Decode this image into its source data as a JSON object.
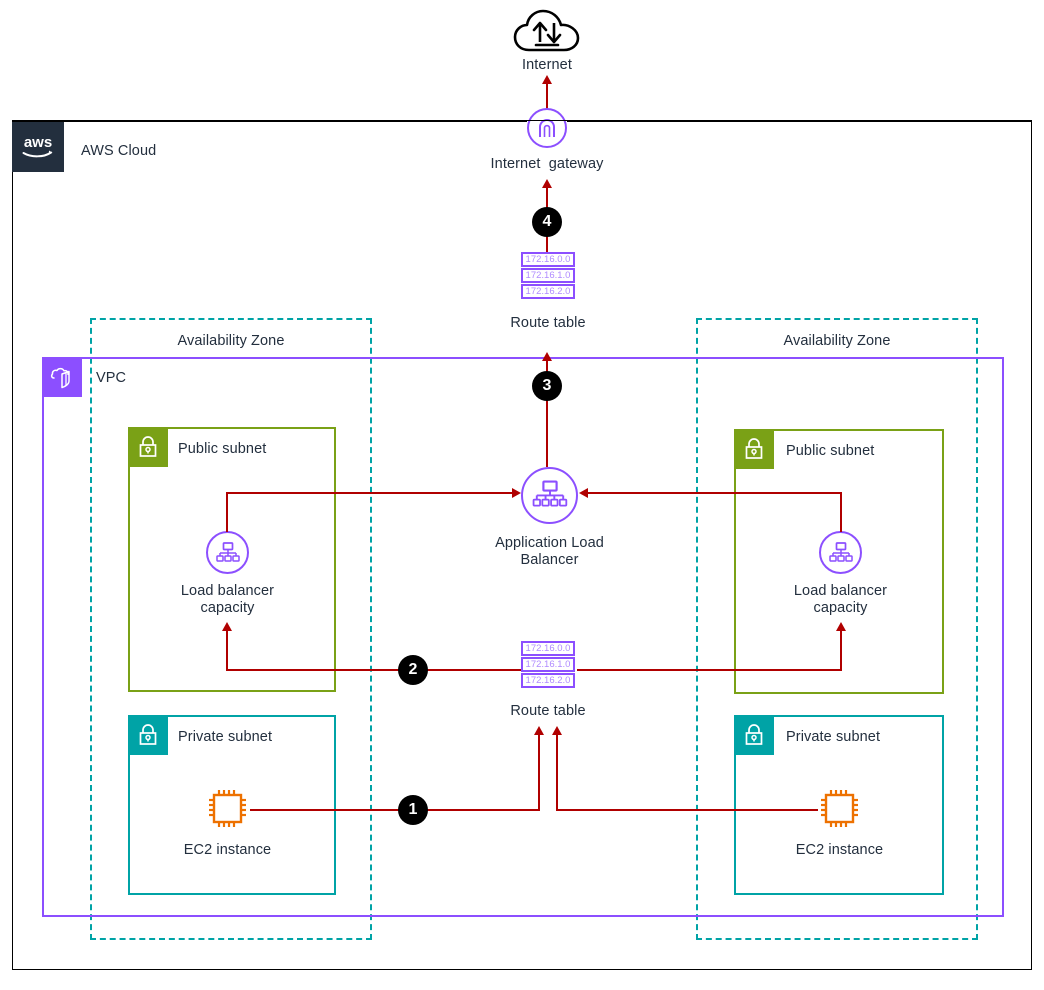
{
  "diagram": {
    "title": "AWS Cloud",
    "internet": {
      "label": "Internet",
      "icon": "internet-cloud-icon"
    },
    "internet_gateway": {
      "label": "Internet  gateway",
      "icon": "internet-gateway-icon"
    },
    "cloud_label": "AWS Cloud",
    "vpc": {
      "label": "VPC",
      "icon": "vpc-icon",
      "color": "#8c4fff"
    },
    "availability_zones": [
      {
        "label": "Availability Zone"
      },
      {
        "label": "Availability Zone"
      }
    ],
    "subnets": {
      "public_left": {
        "label": "Public subnet",
        "color": "#7aa116",
        "icon": "lock-icon"
      },
      "public_right": {
        "label": "Public subnet",
        "color": "#7aa116",
        "icon": "lock-icon"
      },
      "private_left": {
        "label": "Private subnet",
        "color": "#00a3a6",
        "icon": "lock-icon"
      },
      "private_right": {
        "label": "Private subnet",
        "color": "#00a3a6",
        "icon": "lock-icon"
      }
    },
    "resources": {
      "lb_capacity_left": {
        "label": "Load balancer\ncapacity",
        "icon": "load-balancer-icon"
      },
      "lb_capacity_right": {
        "label": "Load balancer\ncapacity",
        "icon": "load-balancer-icon"
      },
      "alb": {
        "label": "Application Load\nBalancer",
        "icon": "application-load-balancer-icon"
      },
      "ec2_left": {
        "label": "EC2 instance",
        "icon": "ec2-instance-icon",
        "color": "#ed7100"
      },
      "ec2_right": {
        "label": "EC2 instance",
        "icon": "ec2-instance-icon",
        "color": "#ed7100"
      }
    },
    "route_tables": [
      {
        "id": "route-table-upper",
        "label": "Route table",
        "rows": [
          "172.16.0.0",
          "172.16.1.0",
          "172.16.2.0"
        ]
      },
      {
        "id": "route-table-lower",
        "label": "Route table",
        "rows": [
          "172.16.0.0",
          "172.16.1.0",
          "172.16.2.0"
        ]
      }
    ],
    "steps": [
      {
        "number": "1"
      },
      {
        "number": "2"
      },
      {
        "number": "3"
      },
      {
        "number": "4"
      }
    ],
    "colors": {
      "flow": "#b00000",
      "vpc": "#8c4fff",
      "availability_zone": "#00a3a6",
      "public_subnet": "#7aa116",
      "private_subnet": "#00a3a6",
      "ec2": "#ed7100",
      "aws_navy": "#232f3e"
    }
  }
}
